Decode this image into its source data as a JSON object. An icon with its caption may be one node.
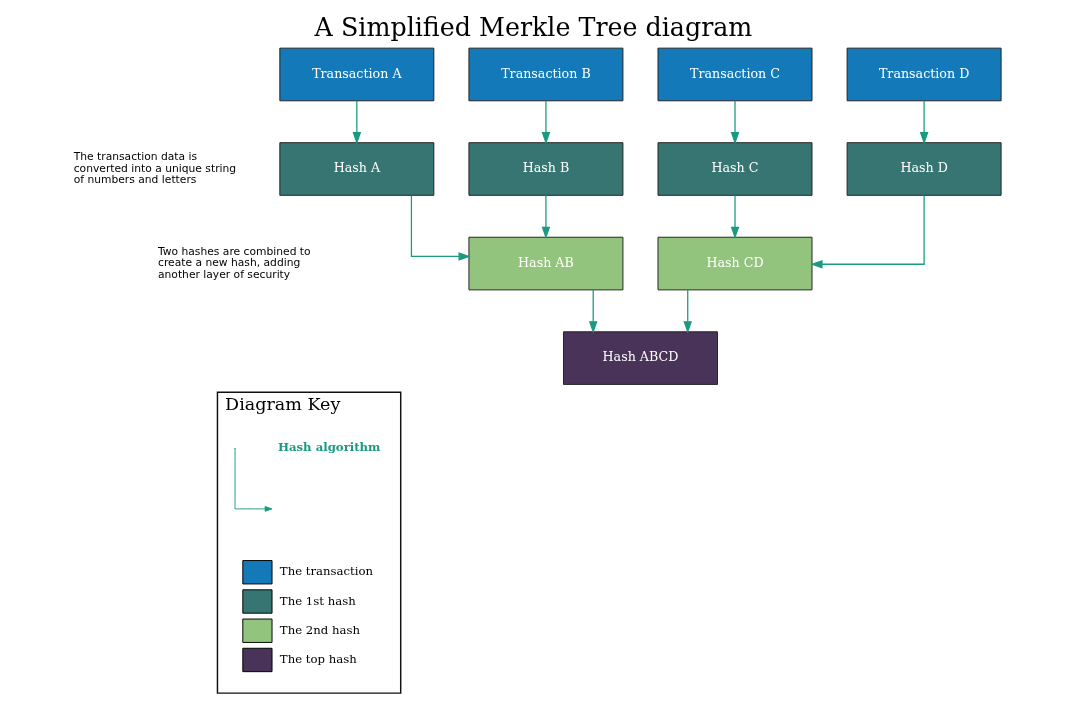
{
  "diagram": {
    "title": "A Simplified Merkle Tree diagram",
    "nodes": [
      {
        "text": [
          "Transaction A"
        ]
      },
      {
        "text": [
          "Transaction B"
        ]
      },
      {
        "text": [
          "Transaction C"
        ]
      },
      {
        "text": [
          "Transaction D"
        ]
      },
      {
        "text": [
          "Hash A"
        ]
      },
      {
        "text": [
          "Hash B"
        ]
      },
      {
        "text": [
          "Hash C"
        ]
      },
      {
        "text": [
          "Hash D"
        ]
      },
      {
        "text": [
          "Hash AB"
        ]
      },
      {
        "text": [
          "Hash CD"
        ]
      },
      {
        "text": [
          "Hash ABCD"
        ]
      },
      {
        "text": [
          "Diagram Key"
        ]
      }
    ],
    "edges": [
      {
        "from": 0,
        "to": 4,
        "arrow": "to"
      },
      {
        "from": 1,
        "to": 5,
        "arrow": "to"
      },
      {
        "from": 2,
        "to": 6,
        "arrow": "to"
      },
      {
        "from": 3,
        "to": 7,
        "arrow": "to"
      },
      {
        "from": 4,
        "to": 8,
        "arrow": "to"
      },
      {
        "from": 5,
        "to": 8,
        "arrow": "to"
      },
      {
        "from": 6,
        "to": 9,
        "arrow": "to"
      },
      {
        "from": 7,
        "to": 9,
        "arrow": "to"
      },
      {
        "from": 8,
        "to": 10,
        "arrow": "to"
      },
      {
        "from": 9,
        "to": 10,
        "arrow": "to"
      }
    ],
    "labels": [
      "The transaction data is converted into a unique string of numbers and letters",
      "Two hashes are combined to create a new hash, adding another layer of security"
    ],
    "legend": [
      {
        "text": "Hash algorithm"
      },
      {
        "text": "The transaction",
        "color": "#1479b8"
      },
      {
        "text": "The 1st hash",
        "color": "#367572"
      },
      {
        "text": "The 2nd hash",
        "color": "#93c47d"
      },
      {
        "text": "The top hash",
        "color": "#4a3358"
      }
    ]
  }
}
